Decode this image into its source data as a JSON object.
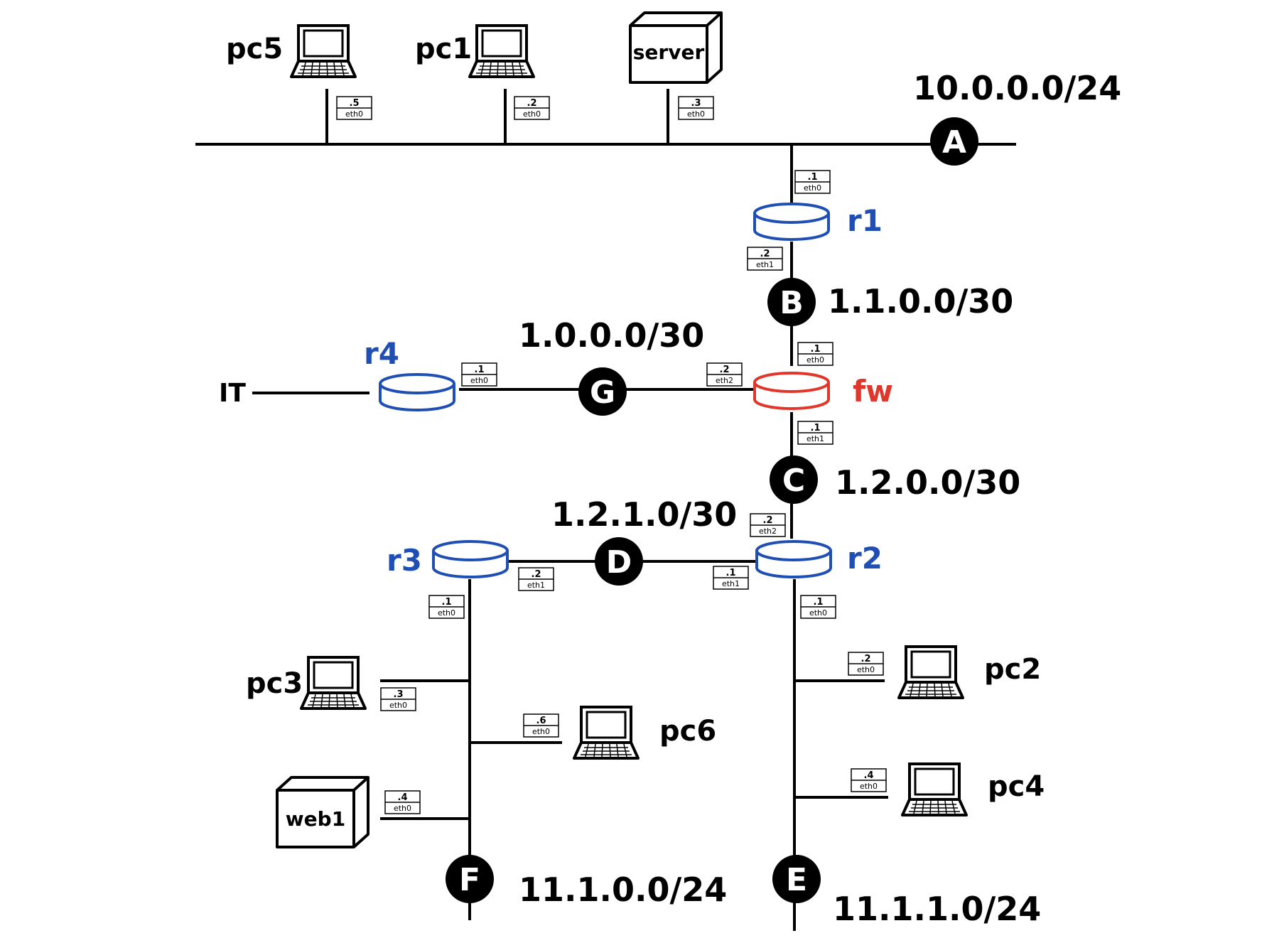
{
  "colors": {
    "router": "#1f4fb3",
    "firewall": "#e0372a",
    "line": "#000000"
  },
  "networks": {
    "A": {
      "letter": "A",
      "cidr": "10.0.0.0/24"
    },
    "B": {
      "letter": "B",
      "cidr": "1.1.0.0/30"
    },
    "C": {
      "letter": "C",
      "cidr": "1.2.0.0/30"
    },
    "D": {
      "letter": "D",
      "cidr": "1.2.1.0/30"
    },
    "E": {
      "letter": "E",
      "cidr": "11.1.1.0/24"
    },
    "F": {
      "letter": "F",
      "cidr": "11.1.0.0/24"
    },
    "G": {
      "letter": "G",
      "cidr": "1.0.0.0/30"
    }
  },
  "routers": {
    "r1": {
      "name": "r1"
    },
    "r2": {
      "name": "r2"
    },
    "r3": {
      "name": "r3"
    },
    "r4": {
      "name": "r4"
    },
    "fw": {
      "name": "fw"
    }
  },
  "hosts": {
    "pc1": {
      "name": "pc1"
    },
    "pc2": {
      "name": "pc2"
    },
    "pc3": {
      "name": "pc3"
    },
    "pc4": {
      "name": "pc4"
    },
    "pc5": {
      "name": "pc5"
    },
    "pc6": {
      "name": "pc6"
    },
    "server": {
      "name": "server"
    },
    "web1": {
      "name": "web1"
    }
  },
  "external": {
    "it": "IT"
  },
  "interfaces": {
    "pc5": {
      "ip": ".5",
      "name": "eth0"
    },
    "pc1": {
      "ip": ".2",
      "name": "eth0"
    },
    "server": {
      "ip": ".3",
      "name": "eth0"
    },
    "r1_eth0": {
      "ip": ".1",
      "name": "eth0"
    },
    "r1_eth1": {
      "ip": ".2",
      "name": "eth1"
    },
    "fw_eth0": {
      "ip": ".1",
      "name": "eth0"
    },
    "fw_eth2": {
      "ip": ".2",
      "name": "eth2"
    },
    "fw_eth1": {
      "ip": ".1",
      "name": "eth1"
    },
    "r4_eth0": {
      "ip": ".1",
      "name": "eth0"
    },
    "r2_eth2": {
      "ip": ".2",
      "name": "eth2"
    },
    "r2_eth1": {
      "ip": ".1",
      "name": "eth1"
    },
    "r2_eth0": {
      "ip": ".1",
      "name": "eth0"
    },
    "r3_eth1": {
      "ip": ".2",
      "name": "eth1"
    },
    "r3_eth0": {
      "ip": ".1",
      "name": "eth0"
    },
    "pc3": {
      "ip": ".3",
      "name": "eth0"
    },
    "pc6": {
      "ip": ".6",
      "name": "eth0"
    },
    "web1": {
      "ip": ".4",
      "name": "eth0"
    },
    "pc2": {
      "ip": ".2",
      "name": "eth0"
    },
    "pc4": {
      "ip": ".4",
      "name": "eth0"
    }
  }
}
